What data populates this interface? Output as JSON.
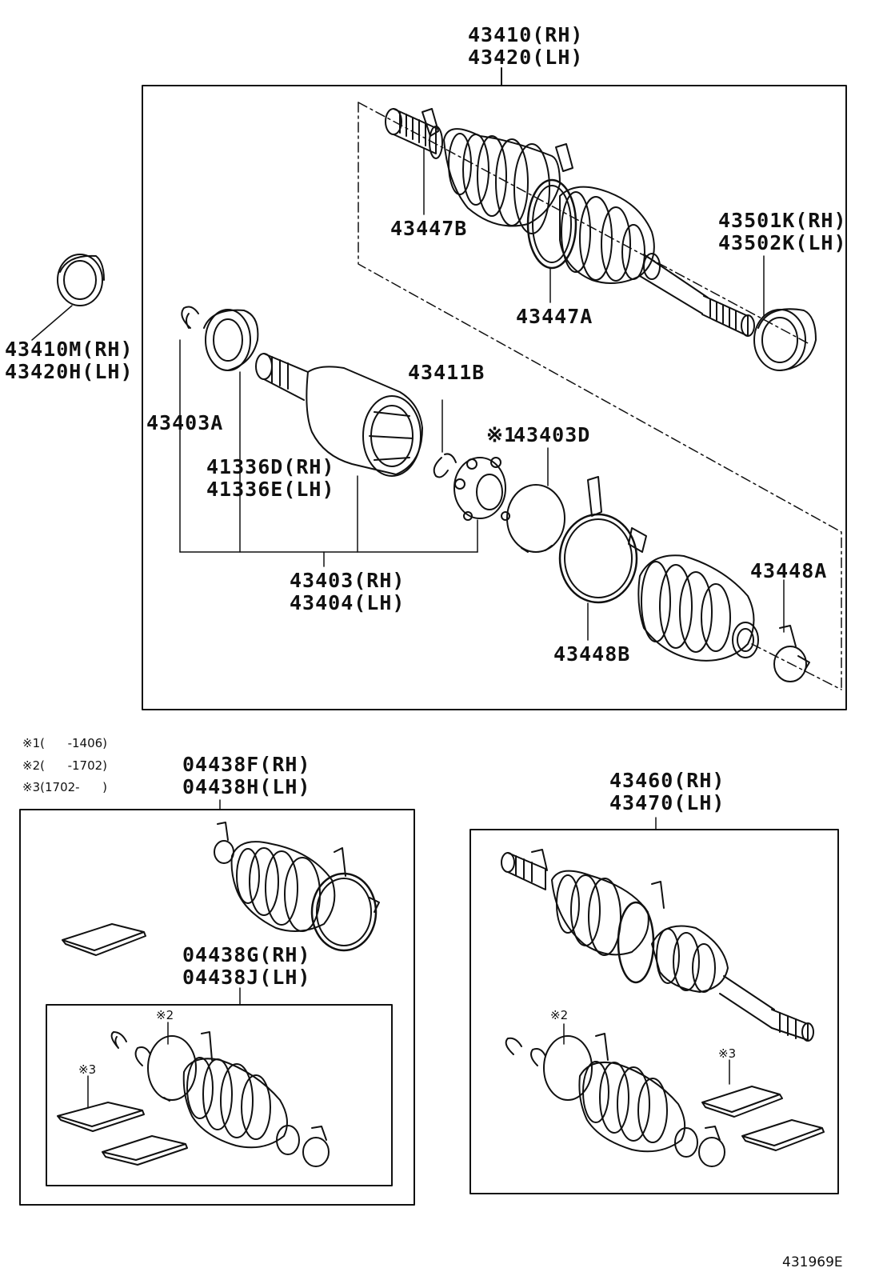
{
  "labels": {
    "shaft_assy_rh": "43410(RH)",
    "shaft_assy_lh": "43420(LH)",
    "b43447b": "43447B",
    "seal_rh": "43501K(RH)",
    "seal_lh": "43502K(LH)",
    "b43447a": "43447A",
    "dust_rh": "43410M(RH)",
    "dust_lh": "43420H(LH)",
    "b43411b": "43411B",
    "c43403a": "43403A",
    "m43403d_mark": "※1",
    "m43403d": "43403D",
    "o41336d": "41336D(RH)",
    "o41336e": "41336E(LH)",
    "j43403": "43403(RH)",
    "j43404": "43404(LH)",
    "b43448a": "43448A",
    "b43448b": "43448B",
    "kit_f_rh": "04438F(RH)",
    "kit_f_lh": "04438H(LH)",
    "kit_g_rh": "04438G(RH)",
    "kit_g_lh": "04438J(LH)",
    "assy_rh": "43460(RH)",
    "assy_lh": "43470(LH)"
  },
  "notes": [
    {
      "mark": "※1",
      "range": "(      -1406)"
    },
    {
      "mark": "※2",
      "range": "(      -1702)"
    },
    {
      "mark": "※3",
      "range": "(1702-      )"
    }
  ],
  "marks": {
    "m2a": "※2",
    "m3a": "※3",
    "m2b": "※2",
    "m3b": "※3"
  },
  "reference": "431969E"
}
